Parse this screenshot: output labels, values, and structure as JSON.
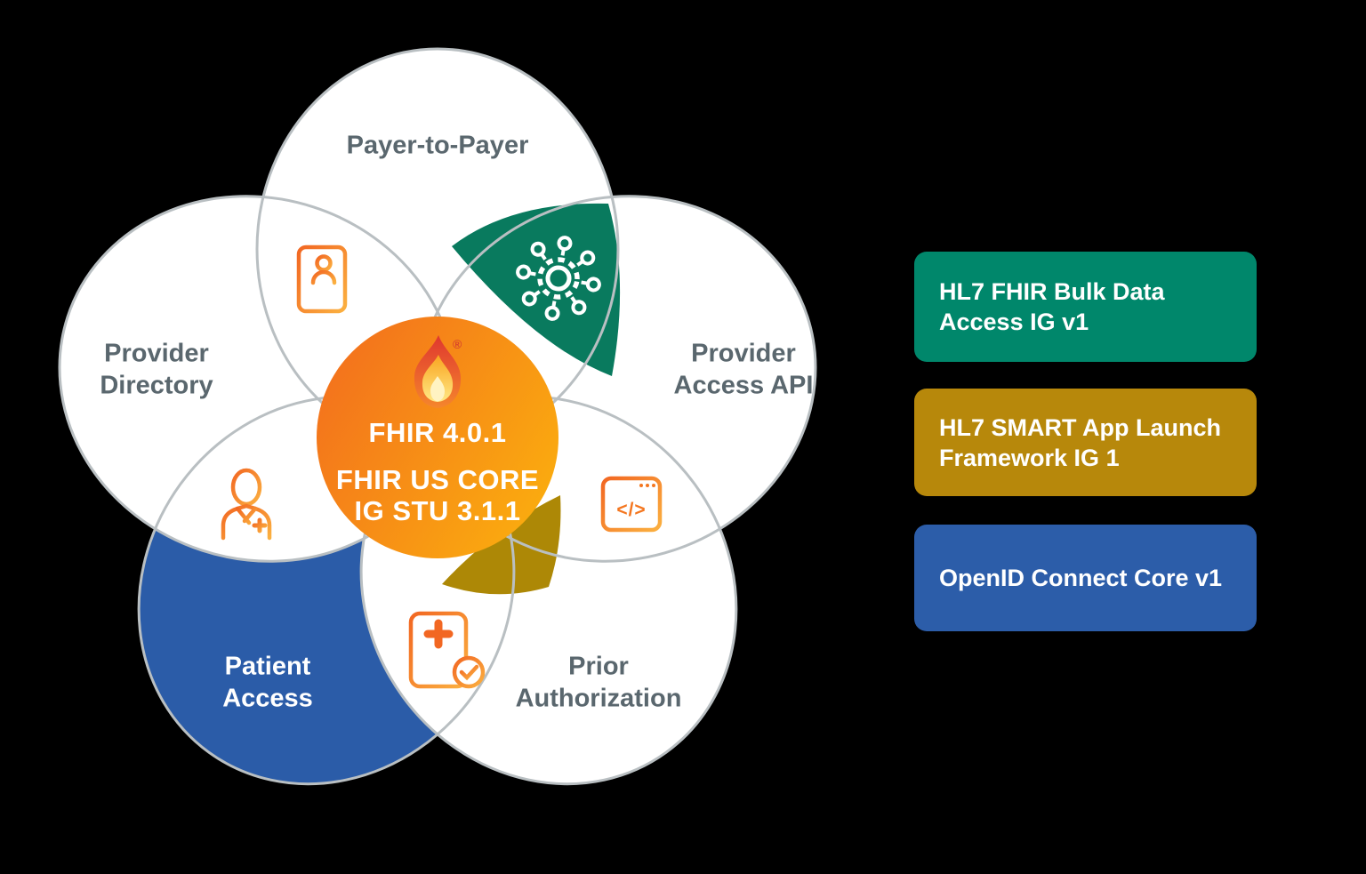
{
  "background_color": "#000000",
  "colors": {
    "petal_fill": "#ffffff",
    "petal_stroke": "#b9bfc2",
    "venn_green": "#097a5e",
    "venn_gold": "#ad8806",
    "venn_blue": "#2b5ca8",
    "circle_grad_start": "#f3701d",
    "circle_grad_end": "#fbae0e",
    "icon_grad_start": "#f26722",
    "icon_grad_end": "#fbb040",
    "label_gray": "#5a676e",
    "legend_green": "#00876b",
    "legend_gold": "#b7880b",
    "legend_blue": "#2c5da9"
  },
  "venn": {
    "petal_labels": {
      "payer": "Payer-to-Payer",
      "provider_directory_1": "Provider",
      "provider_directory_2": "Directory",
      "provider_access_1": "Provider",
      "provider_access_2": "Access API",
      "patient_1": "Patient",
      "patient_2": "Access",
      "prior_1": "Prior",
      "prior_2": "Authorization"
    },
    "center_circle": {
      "line1": "FHIR 4.0.1",
      "line2": "FHIR US CORE",
      "line3": "IG STU 3.1.1",
      "registered": "®"
    },
    "icons": {
      "code_glyph": "</>"
    }
  },
  "legend": {
    "items": [
      {
        "line1": "HL7 FHIR Bulk Data",
        "line2": "Access IG v1",
        "color": "#00876b"
      },
      {
        "line1": "HL7 SMART App Launch",
        "line2": "Framework IG 1",
        "color": "#b7880b"
      },
      {
        "line1": "OpenID Connect Core v1",
        "line2": "",
        "color": "#2c5da9"
      }
    ]
  }
}
